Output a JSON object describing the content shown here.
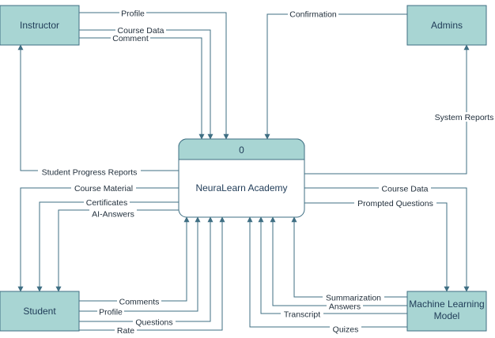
{
  "entities": {
    "instructor": "Instructor",
    "admins": "Admins",
    "student": "Student",
    "ml_model": [
      "Machine Learning",
      "Model"
    ]
  },
  "process": {
    "number": "0",
    "name": "NeuraLearn Academy"
  },
  "flows": {
    "profile_in": "Profile",
    "course_data_in": "Course Data",
    "comment_in": "Comment",
    "confirmation": "Confirmation",
    "system_reports": "System Reports",
    "student_progress_reports": "Student Progress Reports",
    "course_material": "Course Material",
    "certificates": "Certificates",
    "ai_answers": "AI-Answers",
    "course_data_out": "Course Data",
    "prompted_questions": "Prompted Questions",
    "comments_student": "Comments",
    "profile_student": "Profile",
    "questions": "Questions",
    "rate": "Rate",
    "summarization": "Summarization",
    "answers": "Answers",
    "transcript": "Transcript",
    "quizes": "Quizes"
  }
}
